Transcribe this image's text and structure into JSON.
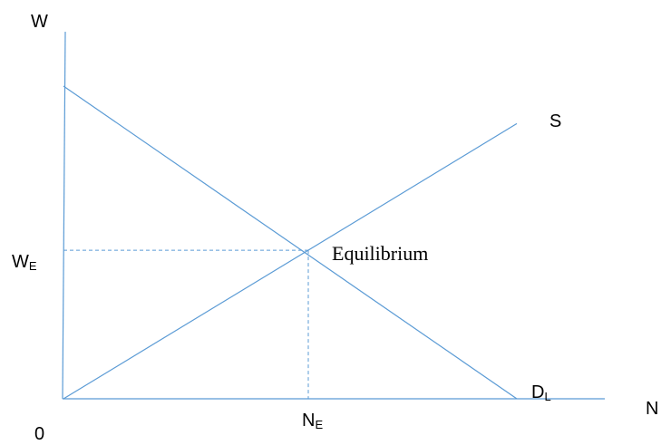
{
  "chart_data": {
    "type": "line",
    "x_axis_label": "N",
    "y_axis_label": "W",
    "origin_label": "0",
    "series": [
      {
        "name": "S",
        "label": "S",
        "points": [
          [
            0,
            0
          ],
          [
            100,
            0.88
          ]
        ]
      },
      {
        "name": "D",
        "label_main": "D",
        "label_sub": "L",
        "points": [
          [
            0,
            1.0
          ],
          [
            100,
            0
          ]
        ]
      }
    ],
    "equilibrium": {
      "x": 54,
      "y": 0.475,
      "label": "Equilibrium",
      "x_label_main": "N",
      "x_label_sub": "E",
      "y_label_main": "W",
      "y_label_sub": "E"
    },
    "xlim": [
      0,
      100
    ],
    "ylim": [
      0,
      1.0
    ],
    "grid": false,
    "legend": "none",
    "colors": {
      "lines": "#5b9bd5",
      "text": "#000000"
    }
  }
}
